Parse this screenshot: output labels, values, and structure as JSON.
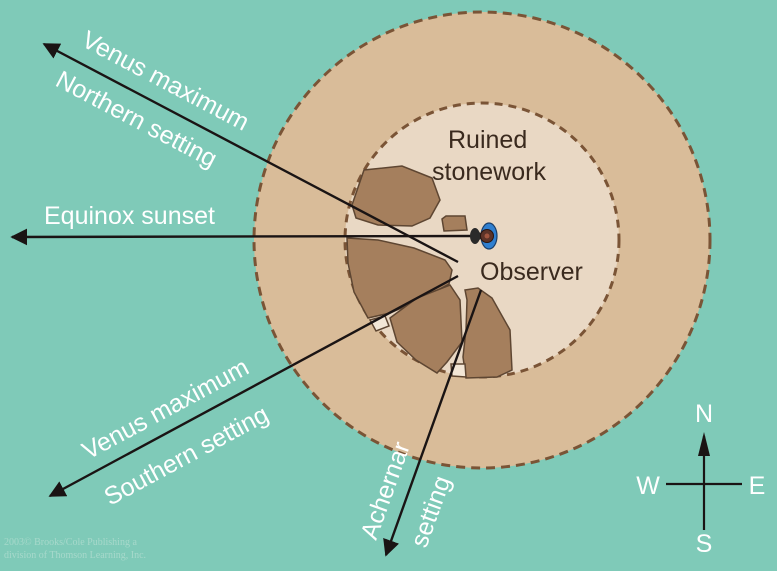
{
  "colors": {
    "background": "#7fcab8",
    "outer_ring": "#d9bc99",
    "inner_area": "#e9d8c4",
    "stones": "#a57f5d",
    "stone_outline": "#5e4632",
    "dashes": "#7a5436",
    "sightlines": "#1a1414",
    "light_text": "#ffffff",
    "dark_text": "#3a2a1e"
  },
  "labels": {
    "venus_north_1": "Venus maximum",
    "venus_north_2": "Northern setting",
    "equinox": "Equinox sunset",
    "venus_south_1": "Venus maximum",
    "venus_south_2": "Southern setting",
    "achernar_1": "Achernar",
    "achernar_2": "setting",
    "ruined_1": "Ruined",
    "ruined_2": "stonework",
    "observer": "Observer"
  },
  "compass": {
    "north": "N",
    "south": "S",
    "west": "W",
    "east": "E"
  },
  "credit": {
    "line1": "2003© Brooks/Cole Publishing a",
    "line2": "division of Thomson Learning, Inc."
  },
  "icons": {
    "observer": "observer-figure-icon",
    "compass": "compass-rose-icon"
  }
}
